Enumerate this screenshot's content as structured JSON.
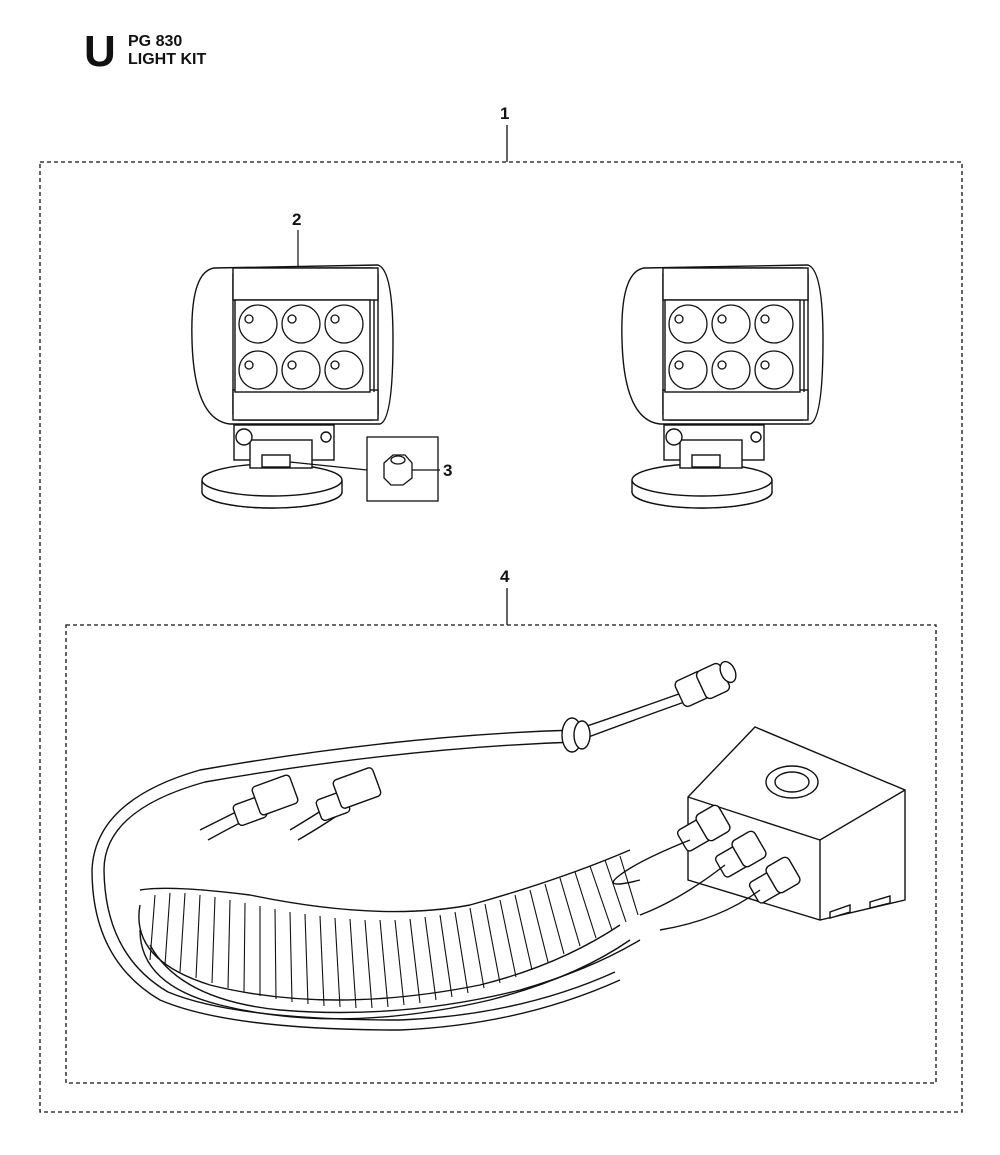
{
  "header": {
    "section_letter": "U",
    "model": "PG 830",
    "title": "LIGHT KIT"
  },
  "callouts": {
    "kit": "1",
    "work_light": "2",
    "nut": "3",
    "wiring_harness": "4"
  }
}
